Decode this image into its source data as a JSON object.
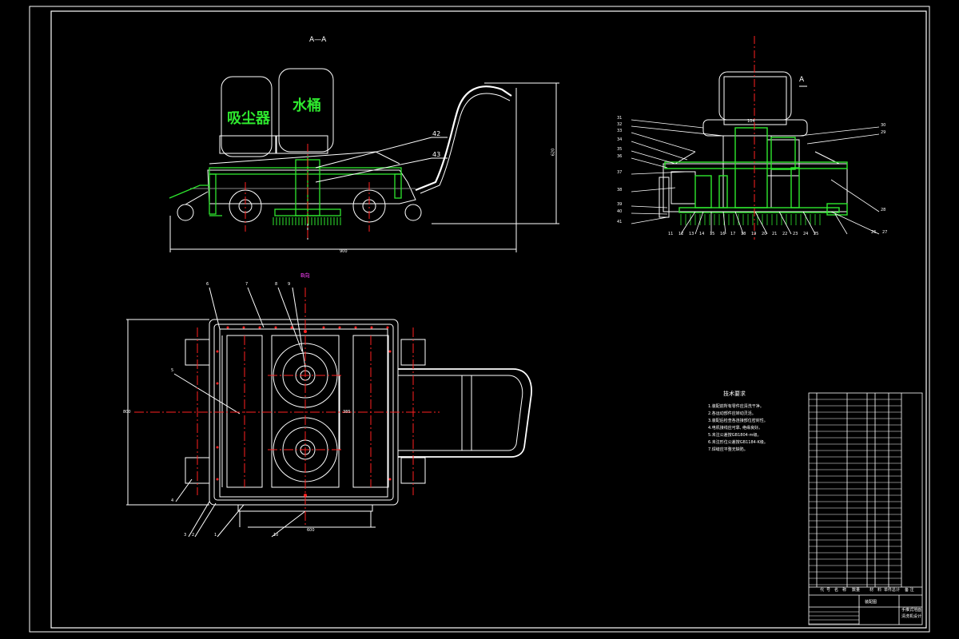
{
  "side_view": {
    "section_title": "A—A",
    "tank_left_label": "吸尘器",
    "tank_right_label": "水桶",
    "callouts": [
      "42",
      "43"
    ],
    "dim_width": "900",
    "dim_height": "620"
  },
  "front_view": {
    "section_mark": "A",
    "dim_top": "104",
    "callouts_left": [
      "31",
      "32",
      "33",
      "34",
      "35",
      "36",
      "37",
      "38",
      "39",
      "40",
      "41"
    ],
    "callouts_right": [
      "30",
      "29",
      "28",
      "26",
      "27"
    ],
    "callouts_bottom": [
      "11",
      "12",
      "13",
      "14",
      "15",
      "16",
      "17",
      "18",
      "19",
      "20",
      "21",
      "22",
      "23",
      "24",
      "25"
    ]
  },
  "top_view": {
    "view_label": "B向",
    "callouts": [
      "6",
      "7",
      "8",
      "9",
      "5",
      "4",
      "3",
      "2",
      "1",
      "10"
    ],
    "dim_left": "800",
    "dim_center": "385",
    "dim_bottom": "600"
  },
  "tech_requirements": {
    "title": "技术要求",
    "lines": [
      "1.装配前所有零件应清洗干净。",
      "2.各运动部件应转动灵活。",
      "3.装配后检查各连接部位密封性。",
      "4.电机接线应可靠, 绝缘良好。",
      "5.未注公差按GB1804-m级。",
      "6.未注形位公差按GB1184-K级。",
      "7.焊缝应平整无缺陷。"
    ]
  },
  "title_block": {
    "header_cols": [
      "代",
      "号",
      "名",
      "称",
      "数量",
      "材",
      "料",
      "单件",
      "总计",
      "备 注"
    ],
    "drawing_name": "装配图",
    "product_line1": "手推式地面",
    "product_line2": "清洗机设计"
  },
  "colors": {
    "background": "#000000",
    "lines": "#ffffff",
    "sections": "#2ee82e",
    "centerlines": "#ff2020",
    "view_label": "#ff40ff"
  }
}
